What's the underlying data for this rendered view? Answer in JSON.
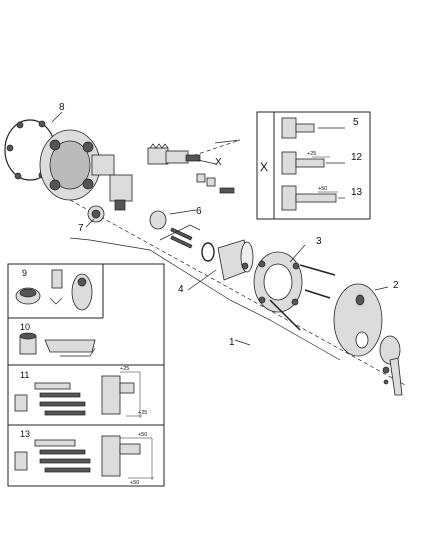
{
  "diagram": {
    "callouts": {
      "n1": "1",
      "n2": "2",
      "n3": "3",
      "n4": "4",
      "n5": "5",
      "n6": "6",
      "n7": "7",
      "n8": "8",
      "n9": "9",
      "n10": "10",
      "n11": "11",
      "n12": "12",
      "n13": "13",
      "x": "X"
    },
    "extension_panel": {
      "rows": [
        {
          "label": "5",
          "dimension": ""
        },
        {
          "label": "12",
          "dimension": "+25"
        },
        {
          "label": "13",
          "dimension": "+50"
        }
      ],
      "marker": "X"
    },
    "inset_panel": {
      "row11_dims": [
        "+25",
        "+25"
      ],
      "row13_dims": [
        "+50",
        "+50"
      ]
    }
  }
}
